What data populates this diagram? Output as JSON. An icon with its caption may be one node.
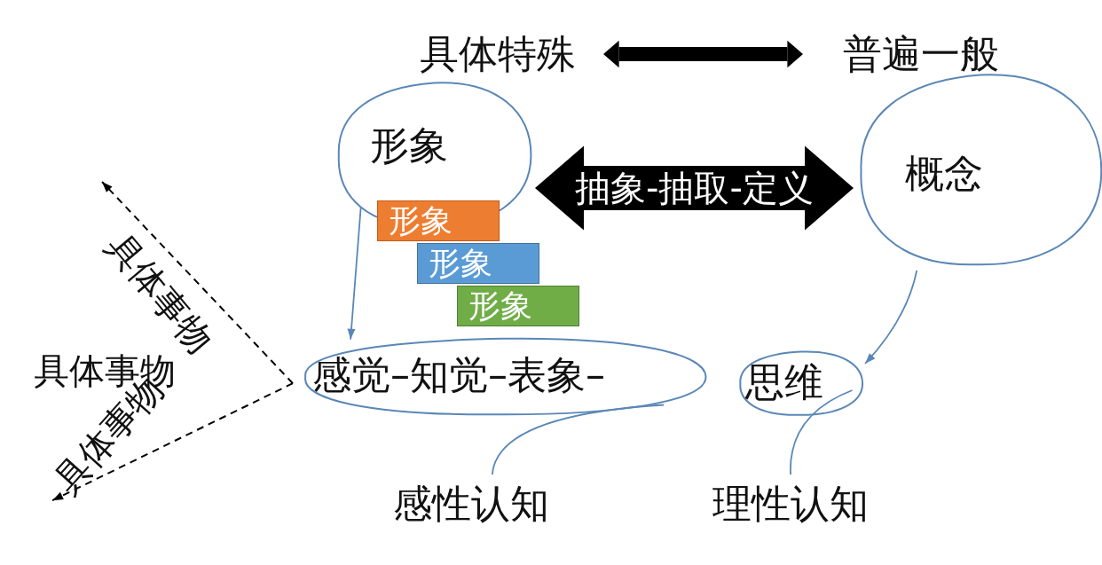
{
  "diagram": {
    "nodes": [
      {
        "text": [
          "具体特殊"
        ]
      },
      {
        "text": [
          "普遍一般"
        ]
      },
      {
        "text": [
          "形象"
        ]
      },
      {
        "text": [
          "形象"
        ]
      },
      {
        "text": [
          "形象"
        ]
      },
      {
        "text": [
          "形象"
        ]
      },
      {
        "text": [
          "概念"
        ]
      },
      {
        "text": [
          "感觉–知觉–表象–"
        ]
      },
      {
        "text": [
          "思维"
        ]
      },
      {
        "text": [
          "感性认知"
        ]
      },
      {
        "text": [
          "理性认知"
        ]
      },
      {
        "text": [
          "具体事物"
        ]
      }
    ],
    "edges": [
      {
        "from": 0,
        "to": 1,
        "arrow": "both",
        "style": "thick",
        "color": "#000000"
      },
      {
        "from": 2,
        "to": 6,
        "arrow": "both",
        "label": "抽象-抽取-定义",
        "style": "thick",
        "color": "#000000"
      },
      {
        "from": 2,
        "to": 7,
        "arrow": "to",
        "color": "#5a87b6"
      },
      {
        "from": 6,
        "to": 8,
        "arrow": "to",
        "color": "#5a87b6"
      },
      {
        "from": 7,
        "to": 9,
        "arrow": "none",
        "color": "#5a87b6"
      },
      {
        "from": 8,
        "to": 10,
        "arrow": "none",
        "color": "#5a87b6"
      },
      {
        "from": 7,
        "to": null,
        "arrow": "to",
        "style": "dashed",
        "color": "#000000"
      },
      {
        "from": 7,
        "to": 11,
        "arrow": "to",
        "style": "dashed",
        "color": "#000000"
      }
    ],
    "labels": [
      "具体事物",
      "具体事物"
    ]
  }
}
